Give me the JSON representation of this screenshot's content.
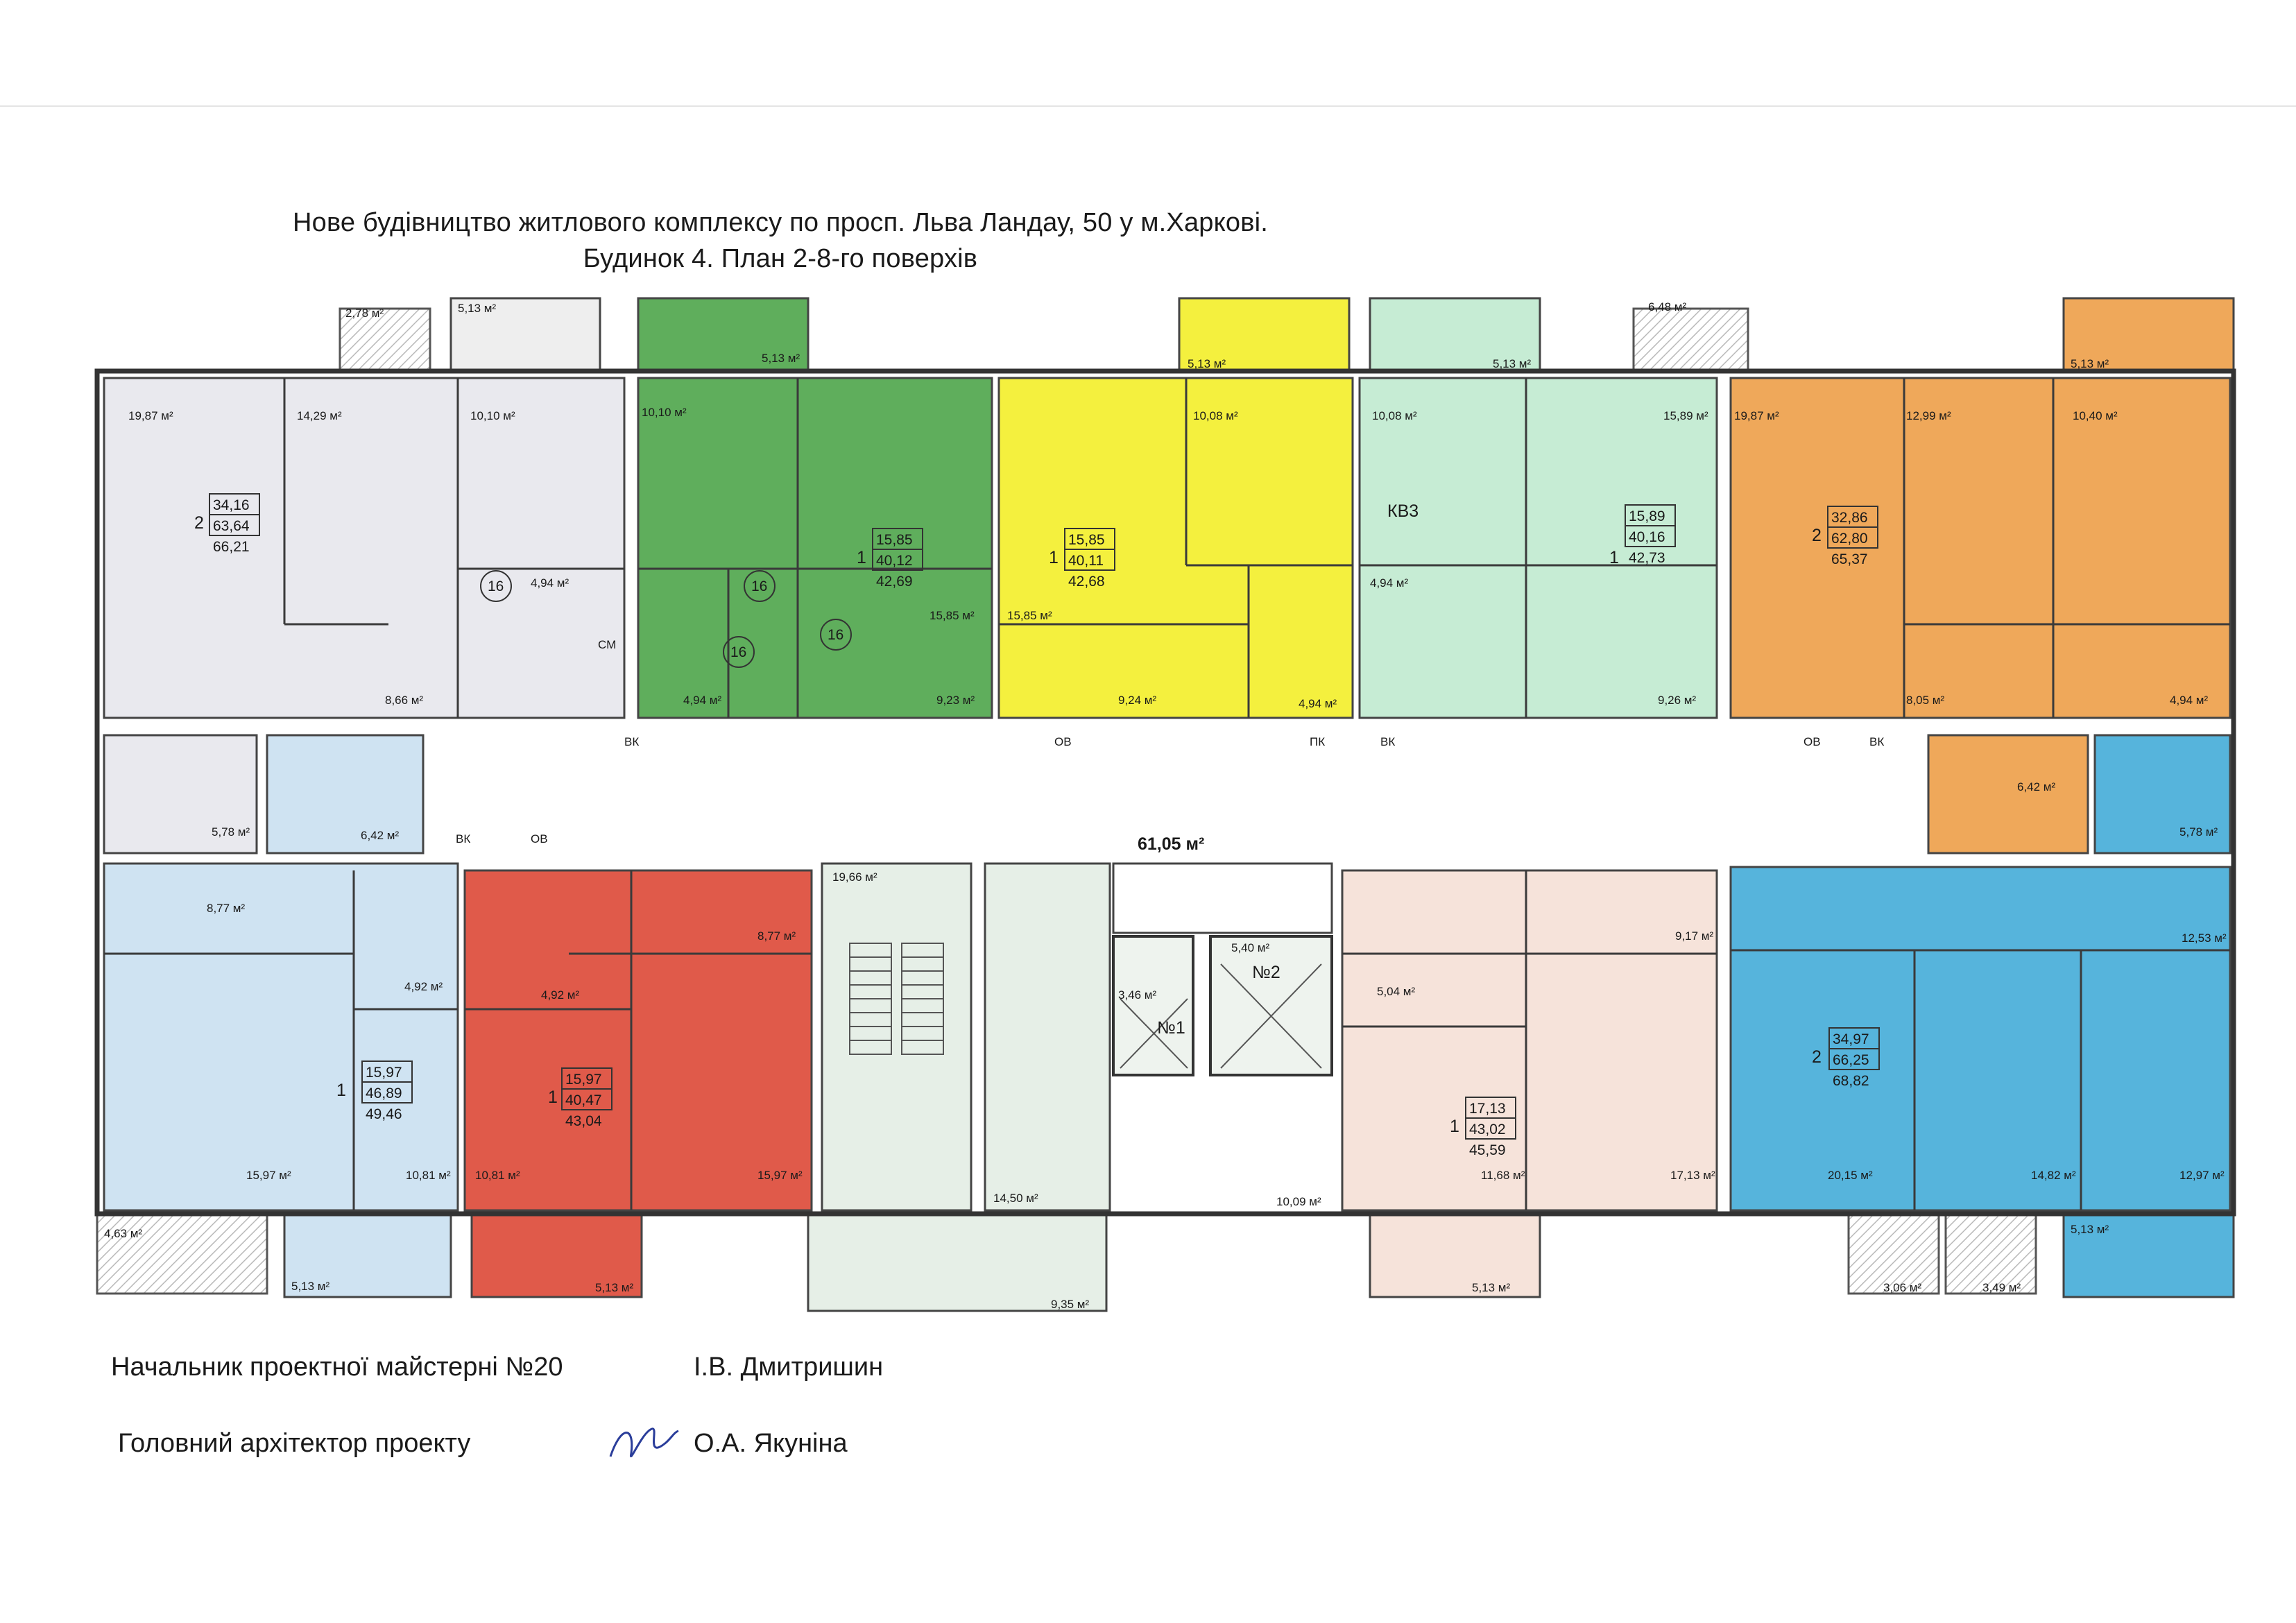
{
  "header": {
    "line1": "Нове будівництво житлового комплексу по просп. Льва Ландау, 50 у м.Харкові.",
    "line2": "Будинок 4. План 2-8-го  поверхів"
  },
  "colors": {
    "grey": "#e9e9ee",
    "green": "#5fae5c",
    "yellow": "#f4f03e",
    "mint": "#c6ecd4",
    "orange": "#efa85a",
    "lightblue": "#cfe3f2",
    "red": "#e05a4a",
    "pink": "#f6e3da",
    "blue": "#56b4dc",
    "stair": "#e6efe7"
  },
  "plan": {
    "hall_area": "61,05 м²",
    "elevator_1": "№1",
    "elevator_2": "№2",
    "kv3": "КВ3",
    "room_no": "16",
    "tags": {
      "vk": "ВК",
      "ov": "ОВ",
      "pk": "ПК",
      "sm": "СМ"
    },
    "apartments": [
      {
        "id": "a-grey",
        "rooms": "2",
        "living": "34,16",
        "total": "63,64",
        "total_k": "66,21"
      },
      {
        "id": "a-green",
        "rooms": "1",
        "living": "15,85",
        "total": "40,12",
        "total_k": "42,69"
      },
      {
        "id": "a-yellow",
        "rooms": "1",
        "living": "15,85",
        "total": "40,11",
        "total_k": "42,68"
      },
      {
        "id": "a-mint",
        "rooms": "1",
        "living": "15,89",
        "total": "40,16",
        "total_k": "42,73"
      },
      {
        "id": "a-orange",
        "rooms": "2",
        "living": "32,86",
        "total": "62,80",
        "total_k": "65,37"
      },
      {
        "id": "a-lightblue",
        "rooms": "1",
        "living": "15,97",
        "total": "46,89",
        "total_k": "49,46"
      },
      {
        "id": "a-red",
        "rooms": "1",
        "living": "15,97",
        "total": "40,47",
        "total_k": "43,04"
      },
      {
        "id": "a-pink",
        "rooms": "1",
        "living": "17,13",
        "total": "43,02",
        "total_k": "45,59"
      },
      {
        "id": "a-blue",
        "rooms": "2",
        "living": "34,97",
        "total": "66,25",
        "total_k": "68,82"
      }
    ],
    "area_labels": [
      "2,78 м²",
      "5,13 м²",
      "5,13 м²",
      "5,13 м²",
      "5,13 м²",
      "6,48 м²",
      "5,13 м²",
      "19,87 м²",
      "14,29 м²",
      "10,10 м²",
      "10,10 м²",
      "10,08 м²",
      "10,08 м²",
      "15,89 м²",
      "19,87 м²",
      "12,99 м²",
      "10,40 м²",
      "4,94 м²",
      "15,85 м²",
      "15,85 м²",
      "4,94 м²",
      "8,66 м²",
      "4,94 м²",
      "9,23 м²",
      "9,24 м²",
      "4,94 м²",
      "9,26 м²",
      "8,05 м²",
      "4,94 м²",
      "5,78 м²",
      "6,42 м²",
      "6,42 м²",
      "5,78 м²",
      "8,77 м²",
      "8,77 м²",
      "4,92 м²",
      "4,92 м²",
      "19,66 м²",
      "5,40 м²",
      "3,46 м²",
      "9,17 м²",
      "5,04 м²",
      "12,53 м²",
      "15,97 м²",
      "10,81 м²",
      "10,81 м²",
      "15,97 м²",
      "14,50 м²",
      "10,09 м²",
      "11,68 м²",
      "17,13 м²",
      "20,15 м²",
      "14,82 м²",
      "12,97 м²",
      "4,63 м²",
      "5,13 м²",
      "5,13 м²",
      "9,35 м²",
      "5,13 м²",
      "3,06 м²",
      "3,49 м²",
      "5,13 м²"
    ]
  },
  "footer": {
    "role1": "Начальник проектної майстерні №20",
    "name1": "І.В. Дмитришин",
    "role2": "Головний архітектор проекту",
    "name2": "О.А. Якуніна"
  }
}
